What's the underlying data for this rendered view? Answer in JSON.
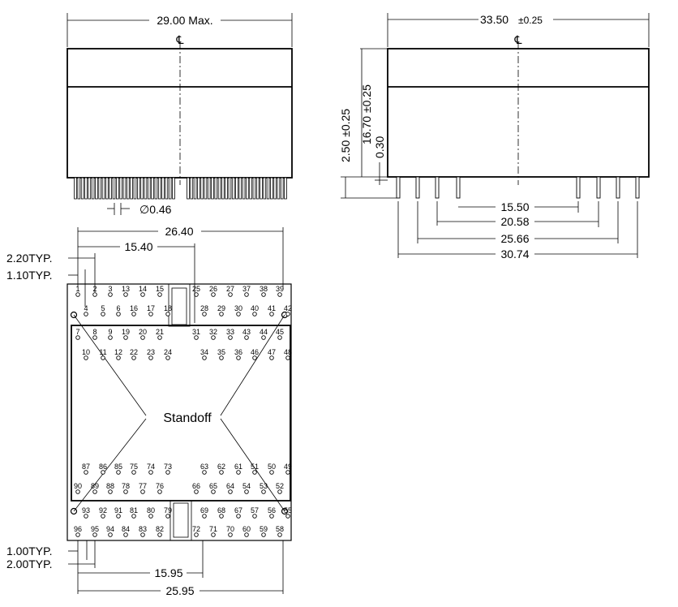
{
  "labels": {
    "side_left_width": "29.00 Max.",
    "side_right_width": "33.50",
    "side_right_tol": "±0.25",
    "centerline": "℄",
    "pin_diameter": "∅0.46",
    "height_16_70": "16.70 ±0.25",
    "height_2_50": "2.50 ±0.25",
    "height_0_30": "0.30",
    "pin_span_15_50": "15.50",
    "pin_span_20_58": "20.58",
    "pin_span_25_66": "25.66",
    "pin_span_30_74": "30.74",
    "top_26_40": "26.40",
    "top_15_40": "15.40",
    "top_2_20": "2.20TYP.",
    "top_1_10": "1.10TYP.",
    "standoff": "Standoff",
    "bottom_1_00": "1.00TYP.",
    "bottom_2_00": "2.00TYP.",
    "bottom_15_95": "15.95",
    "bottom_25_95": "25.95"
  },
  "pins": {
    "upper_r1": [
      "1",
      "2",
      "3",
      "13",
      "14",
      "15",
      "25",
      "26",
      "27",
      "37",
      "38",
      "39"
    ],
    "upper_r2": [
      "4",
      "5",
      "6",
      "16",
      "17",
      "18",
      "28",
      "29",
      "30",
      "40",
      "41",
      "42"
    ],
    "upper_r3": [
      "7",
      "8",
      "9",
      "19",
      "20",
      "21",
      "31",
      "32",
      "33",
      "43",
      "44",
      "45"
    ],
    "upper_r4": [
      "10",
      "11",
      "12",
      "22",
      "23",
      "24",
      "34",
      "35",
      "36",
      "46",
      "47",
      "48"
    ],
    "lower_r1": [
      "87",
      "86",
      "85",
      "75",
      "74",
      "73",
      "63",
      "62",
      "61",
      "51",
      "50",
      "49"
    ],
    "lower_r2": [
      "90",
      "89",
      "88",
      "78",
      "77",
      "76",
      "66",
      "65",
      "64",
      "54",
      "53",
      "52"
    ],
    "lower_r3": [
      "93",
      "92",
      "91",
      "81",
      "80",
      "79",
      "69",
      "68",
      "67",
      "57",
      "56",
      "55"
    ],
    "lower_r4": [
      "96",
      "95",
      "94",
      "84",
      "83",
      "82",
      "72",
      "71",
      "70",
      "60",
      "59",
      "58"
    ]
  }
}
